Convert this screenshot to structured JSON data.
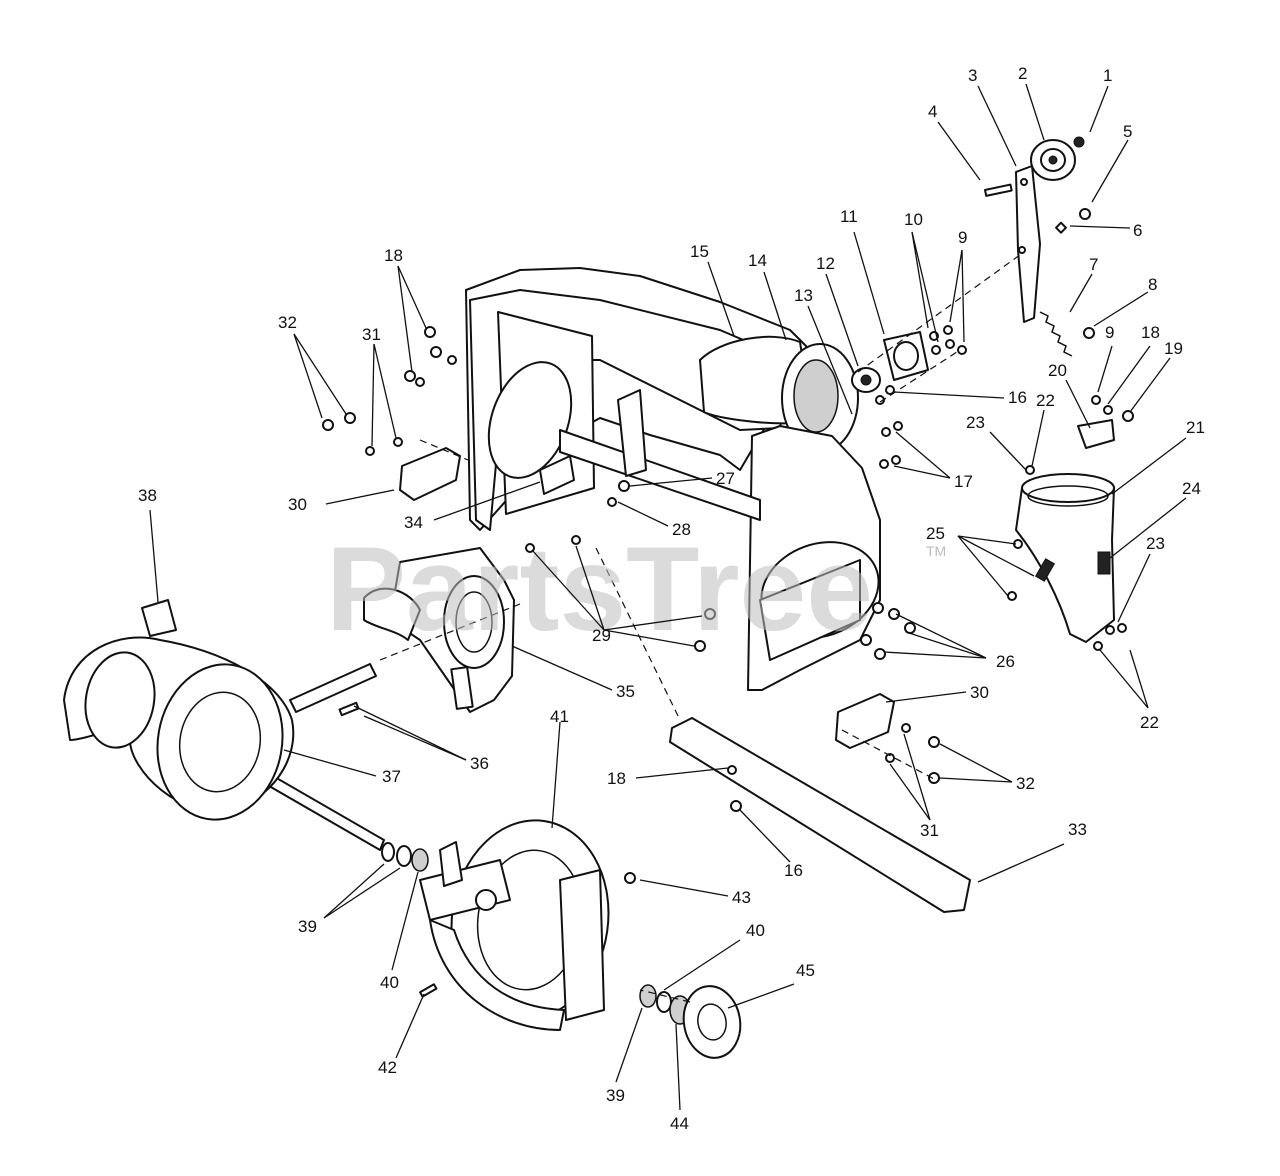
{
  "watermark": {
    "text": "PartsTree",
    "mark": "TM"
  },
  "callouts": [
    {
      "id": "c1",
      "label": "1"
    },
    {
      "id": "c2",
      "label": "2"
    },
    {
      "id": "c3",
      "label": "3"
    },
    {
      "id": "c4",
      "label": "4"
    },
    {
      "id": "c5",
      "label": "5"
    },
    {
      "id": "c6",
      "label": "6"
    },
    {
      "id": "c7",
      "label": "7"
    },
    {
      "id": "c8",
      "label": "8"
    },
    {
      "id": "c9a",
      "label": "9"
    },
    {
      "id": "c9b",
      "label": "9"
    },
    {
      "id": "c10",
      "label": "10"
    },
    {
      "id": "c11",
      "label": "11"
    },
    {
      "id": "c12",
      "label": "12"
    },
    {
      "id": "c13",
      "label": "13"
    },
    {
      "id": "c14",
      "label": "14"
    },
    {
      "id": "c15",
      "label": "15"
    },
    {
      "id": "c16a",
      "label": "16"
    },
    {
      "id": "c16b",
      "label": "16"
    },
    {
      "id": "c17",
      "label": "17"
    },
    {
      "id": "c18a",
      "label": "18"
    },
    {
      "id": "c18b",
      "label": "18"
    },
    {
      "id": "c18c",
      "label": "18"
    },
    {
      "id": "c19",
      "label": "19"
    },
    {
      "id": "c20",
      "label": "20"
    },
    {
      "id": "c21",
      "label": "21"
    },
    {
      "id": "c22a",
      "label": "22"
    },
    {
      "id": "c22b",
      "label": "22"
    },
    {
      "id": "c23a",
      "label": "23"
    },
    {
      "id": "c23b",
      "label": "23"
    },
    {
      "id": "c24",
      "label": "24"
    },
    {
      "id": "c25",
      "label": "25"
    },
    {
      "id": "c26",
      "label": "26"
    },
    {
      "id": "c27",
      "label": "27"
    },
    {
      "id": "c28",
      "label": "28"
    },
    {
      "id": "c29",
      "label": "29"
    },
    {
      "id": "c30a",
      "label": "30"
    },
    {
      "id": "c30b",
      "label": "30"
    },
    {
      "id": "c31a",
      "label": "31"
    },
    {
      "id": "c31b",
      "label": "31"
    },
    {
      "id": "c32a",
      "label": "32"
    },
    {
      "id": "c32b",
      "label": "32"
    },
    {
      "id": "c33",
      "label": "33"
    },
    {
      "id": "c34",
      "label": "34"
    },
    {
      "id": "c35",
      "label": "35"
    },
    {
      "id": "c36",
      "label": "36"
    },
    {
      "id": "c37",
      "label": "37"
    },
    {
      "id": "c38",
      "label": "38"
    },
    {
      "id": "c39a",
      "label": "39"
    },
    {
      "id": "c39b",
      "label": "39"
    },
    {
      "id": "c40a",
      "label": "40"
    },
    {
      "id": "c40b",
      "label": "40"
    },
    {
      "id": "c41",
      "label": "41"
    },
    {
      "id": "c42",
      "label": "42"
    },
    {
      "id": "c43",
      "label": "43"
    },
    {
      "id": "c44",
      "label": "44"
    },
    {
      "id": "c45",
      "label": "45"
    }
  ]
}
